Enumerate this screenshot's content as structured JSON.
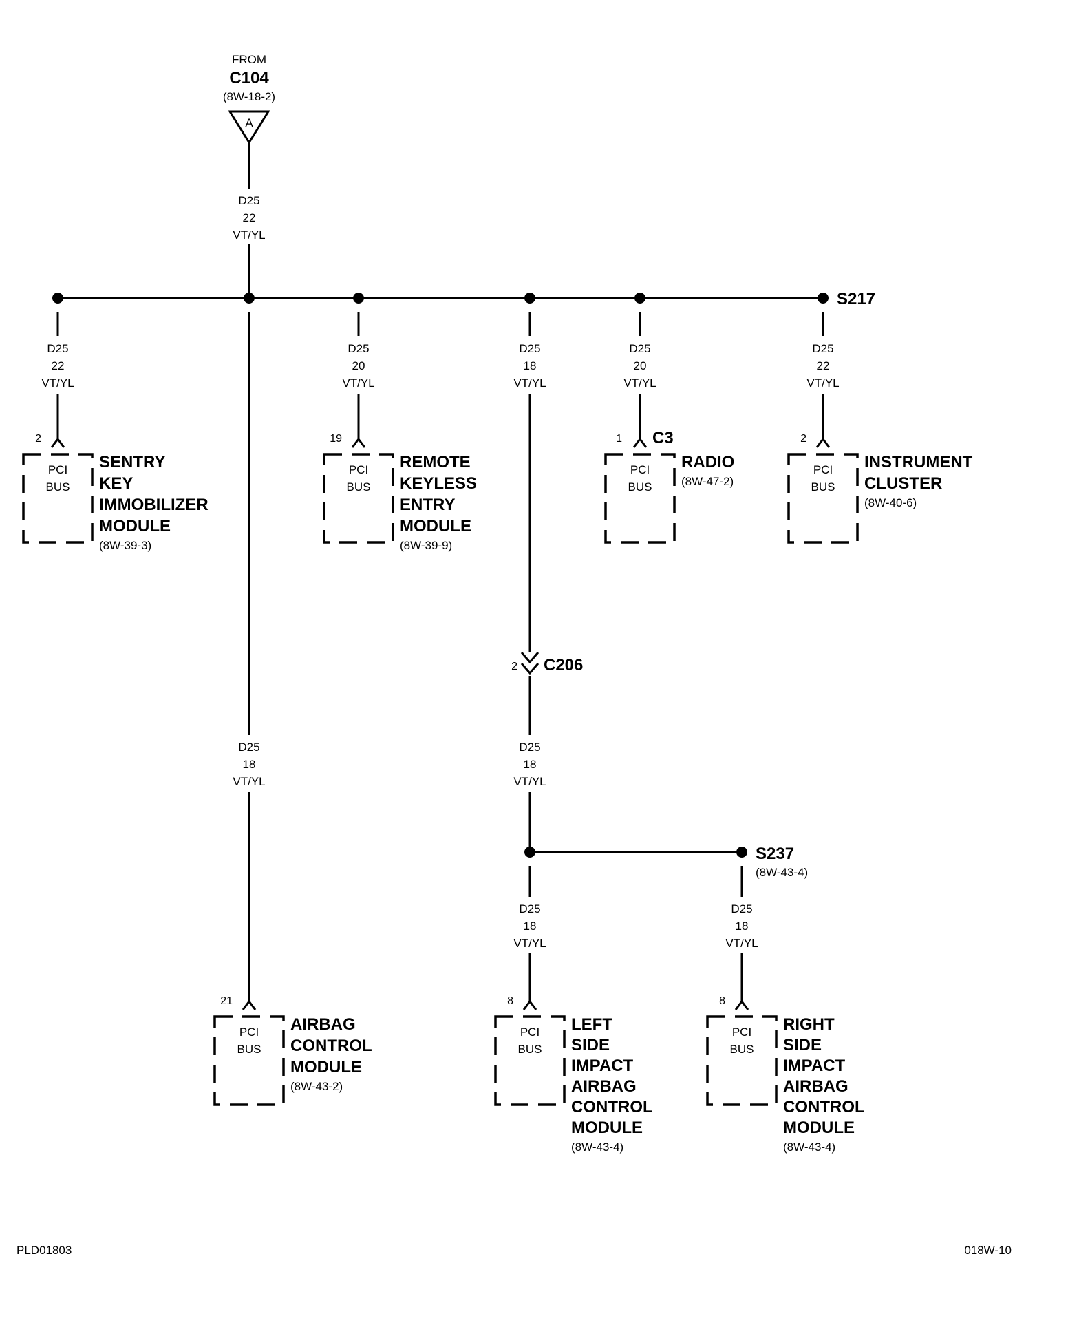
{
  "source": {
    "from_label": "FROM",
    "connector": "C104",
    "ref": "(8W-18-2)",
    "symbol": "A"
  },
  "splices": {
    "s217": "S217",
    "s237": "S237",
    "s237_ref": "(8W-43-4)"
  },
  "inline_connector": {
    "pin": "2",
    "name": "C206"
  },
  "wires": {
    "w_trunk": [
      "D25",
      "22",
      "VT/YL"
    ],
    "w_sentry": [
      "D25",
      "22",
      "VT/YL"
    ],
    "w_rke": [
      "D25",
      "20",
      "VT/YL"
    ],
    "w_c206_top": [
      "D25",
      "18",
      "VT/YL"
    ],
    "w_radio": [
      "D25",
      "20",
      "VT/YL"
    ],
    "w_cluster": [
      "D25",
      "22",
      "VT/YL"
    ],
    "w_airbag": [
      "D25",
      "18",
      "VT/YL"
    ],
    "w_c206_bot": [
      "D25",
      "18",
      "VT/YL"
    ],
    "w_left": [
      "D25",
      "18",
      "VT/YL"
    ],
    "w_right": [
      "D25",
      "18",
      "VT/YL"
    ]
  },
  "modules": {
    "sentry": {
      "pin": "2",
      "bus": [
        "PCI",
        "BUS"
      ],
      "name": [
        "SENTRY",
        "KEY",
        "IMMOBILIZER",
        "MODULE"
      ],
      "ref": "(8W-39-3)"
    },
    "rke": {
      "pin": "19",
      "bus": [
        "PCI",
        "BUS"
      ],
      "name": [
        "REMOTE",
        "KEYLESS",
        "ENTRY",
        "MODULE"
      ],
      "ref": "(8W-39-9)"
    },
    "radio": {
      "pin": "1",
      "connector": "C3",
      "bus": [
        "PCI",
        "BUS"
      ],
      "name": [
        "RADIO"
      ],
      "ref": "(8W-47-2)"
    },
    "cluster": {
      "pin": "2",
      "bus": [
        "PCI",
        "BUS"
      ],
      "name": [
        "INSTRUMENT",
        "CLUSTER"
      ],
      "ref": "(8W-40-6)"
    },
    "airbag": {
      "pin": "21",
      "bus": [
        "PCI",
        "BUS"
      ],
      "name": [
        "AIRBAG",
        "CONTROL",
        "MODULE"
      ],
      "ref": "(8W-43-2)"
    },
    "left": {
      "pin": "8",
      "bus": [
        "PCI",
        "BUS"
      ],
      "name": [
        "LEFT",
        "SIDE",
        "IMPACT",
        "AIRBAG",
        "CONTROL",
        "MODULE"
      ],
      "ref": "(8W-43-4)"
    },
    "right": {
      "pin": "8",
      "bus": [
        "PCI",
        "BUS"
      ],
      "name": [
        "RIGHT",
        "SIDE",
        "IMPACT",
        "AIRBAG",
        "CONTROL",
        "MODULE"
      ],
      "ref": "(8W-43-4)"
    }
  },
  "footer": {
    "left": "PLD01803",
    "right": "018W-10"
  }
}
